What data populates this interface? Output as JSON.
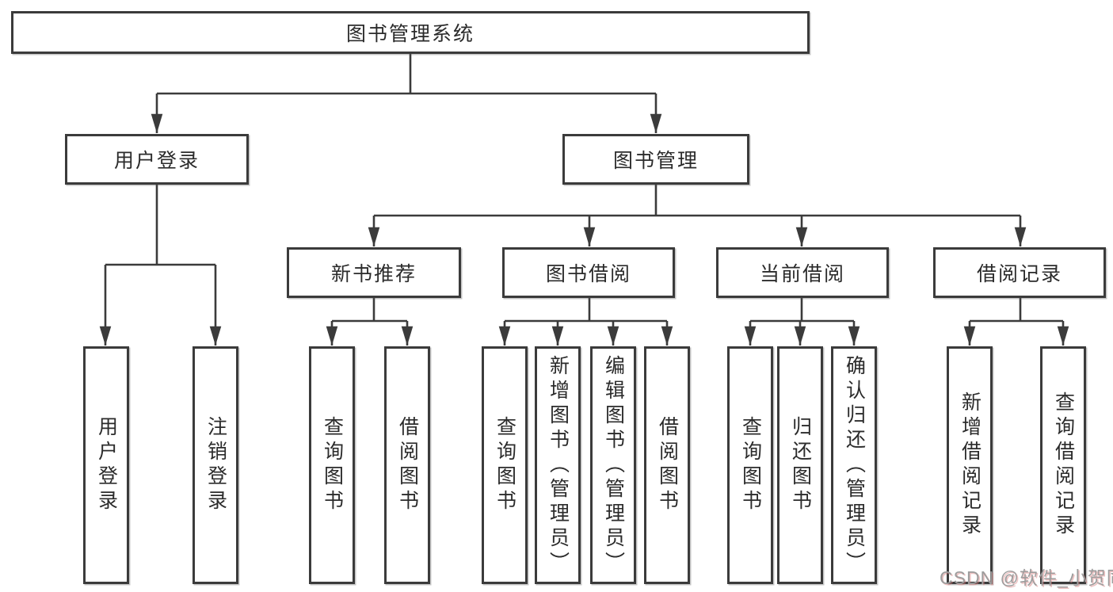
{
  "colors": {
    "line": "#3b3b3b",
    "text": "#2b2b2b",
    "watermark": "#9d9d9d"
  },
  "watermark": {
    "text": "CSDN @软件_小贺同学"
  },
  "tree": {
    "label": "图书管理系统",
    "children": [
      {
        "label": "用户登录",
        "children": [
          {
            "label": "用户登录"
          },
          {
            "label": "注销登录"
          }
        ]
      },
      {
        "label": "图书管理",
        "children": [
          {
            "label": "新书推荐",
            "children": [
              {
                "label": "查询图书"
              },
              {
                "label": "借阅图书"
              }
            ]
          },
          {
            "label": "图书借阅",
            "children": [
              {
                "label": "查询图书"
              },
              {
                "label": "新增图书（管理员）"
              },
              {
                "label": "编辑图书（管理员）"
              },
              {
                "label": "借阅图书"
              }
            ]
          },
          {
            "label": "当前借阅",
            "children": [
              {
                "label": "查询图书"
              },
              {
                "label": "归还图书"
              },
              {
                "label": "确认归还（管理员）"
              }
            ]
          },
          {
            "label": "借阅记录",
            "children": [
              {
                "label": "新增借阅记录"
              },
              {
                "label": "查询借阅记录"
              }
            ]
          }
        ]
      }
    ]
  }
}
